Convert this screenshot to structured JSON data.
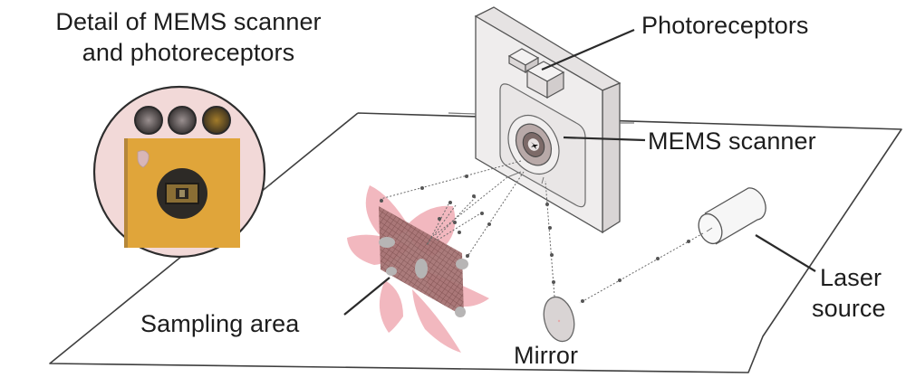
{
  "diagram": {
    "labels": {
      "detail_line1": "Detail of MEMS scanner",
      "detail_line2": "and photoreceptors",
      "photoreceptors": "Photoreceptors",
      "mems_scanner": "MEMS scanner",
      "laser_line1": "Laser",
      "laser_line2": "source",
      "sampling_area": "Sampling area",
      "mirror": "Mirror"
    },
    "colors": {
      "line": "#3a3a3a",
      "device_face": "#ececec",
      "device_side": "#dcdcdc",
      "petal": "#f2b8bf",
      "scan_grid": "#9e6b6b",
      "inset_bg": "#f3d9d9",
      "chip_gold": "#e1a73a",
      "mirror_fill": "#d9d4d4"
    },
    "components": [
      "detail-inset",
      "mems-device",
      "photoreceptors",
      "mems-scanner",
      "laser-source",
      "mirror",
      "sampling-area",
      "floor-plane"
    ]
  }
}
